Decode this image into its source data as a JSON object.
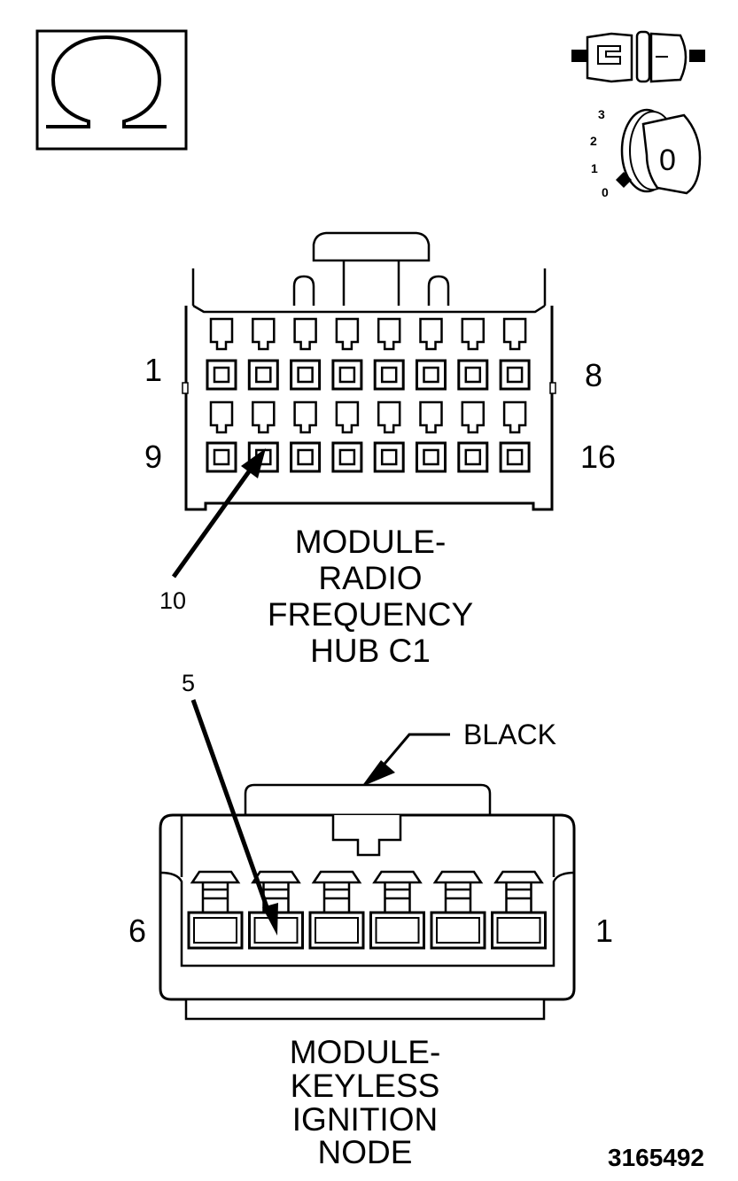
{
  "icons": {
    "ohm_symbol": "Ω",
    "connector_icon": "connector-disconnected-icon",
    "ignition_key_icon": "ignition-key-icon",
    "key_positions": [
      "3",
      "2",
      "1",
      "0"
    ],
    "key_label": "0"
  },
  "connector_c1": {
    "title_lines": [
      "MODULE-",
      "RADIO",
      "FREQUENCY",
      "HUB C1"
    ],
    "pin_top_left": "1",
    "pin_top_right": "8",
    "pin_bottom_left": "9",
    "pin_bottom_right": "16",
    "callout_pin": "10",
    "cavities_per_row": 8
  },
  "connector_kin": {
    "title_lines": [
      "MODULE-",
      "KEYLESS",
      "IGNITION",
      "NODE"
    ],
    "pin_left": "6",
    "pin_right": "1",
    "callout_pin": "5",
    "color_label": "BLACK",
    "cavities": 6
  },
  "figure_number": "3165492"
}
